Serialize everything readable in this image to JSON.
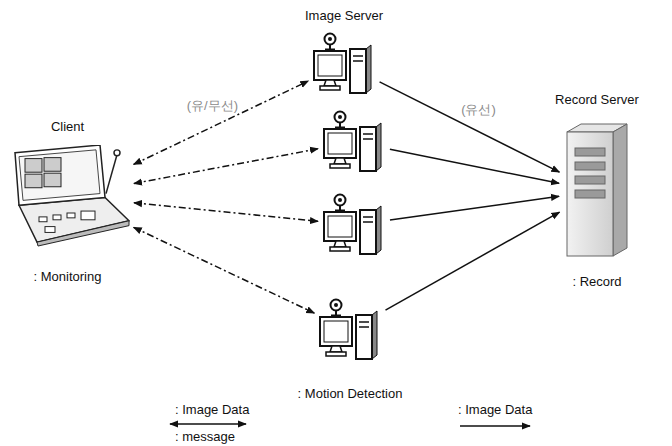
{
  "diagram": {
    "nodes": [
      {
        "text": [
          "Client",
          ": Monitoring"
        ]
      },
      {
        "text": [
          "Image Server"
        ]
      },
      {
        "text": []
      },
      {
        "text": []
      },
      {
        "text": [
          ": Motion Detection"
        ]
      },
      {
        "text": [
          "Record Server",
          ": Record"
        ]
      }
    ],
    "edges": [
      {
        "from": 0,
        "to": 1,
        "arrow": "both",
        "label": "(유/무선)"
      },
      {
        "from": 0,
        "to": 2,
        "arrow": "both"
      },
      {
        "from": 0,
        "to": 3,
        "arrow": "both"
      },
      {
        "from": 0,
        "to": 4,
        "arrow": "both"
      },
      {
        "from": 1,
        "to": 5,
        "arrow": "to",
        "label": "(유선)"
      },
      {
        "from": 2,
        "to": 5,
        "arrow": "to"
      },
      {
        "from": 3,
        "to": 5,
        "arrow": "to"
      },
      {
        "from": 4,
        "to": 5,
        "arrow": "to"
      }
    ],
    "legend": [
      {
        "text": ": Image Data"
      },
      {
        "text": ": message"
      },
      {
        "text": ": Image Data"
      }
    ]
  }
}
